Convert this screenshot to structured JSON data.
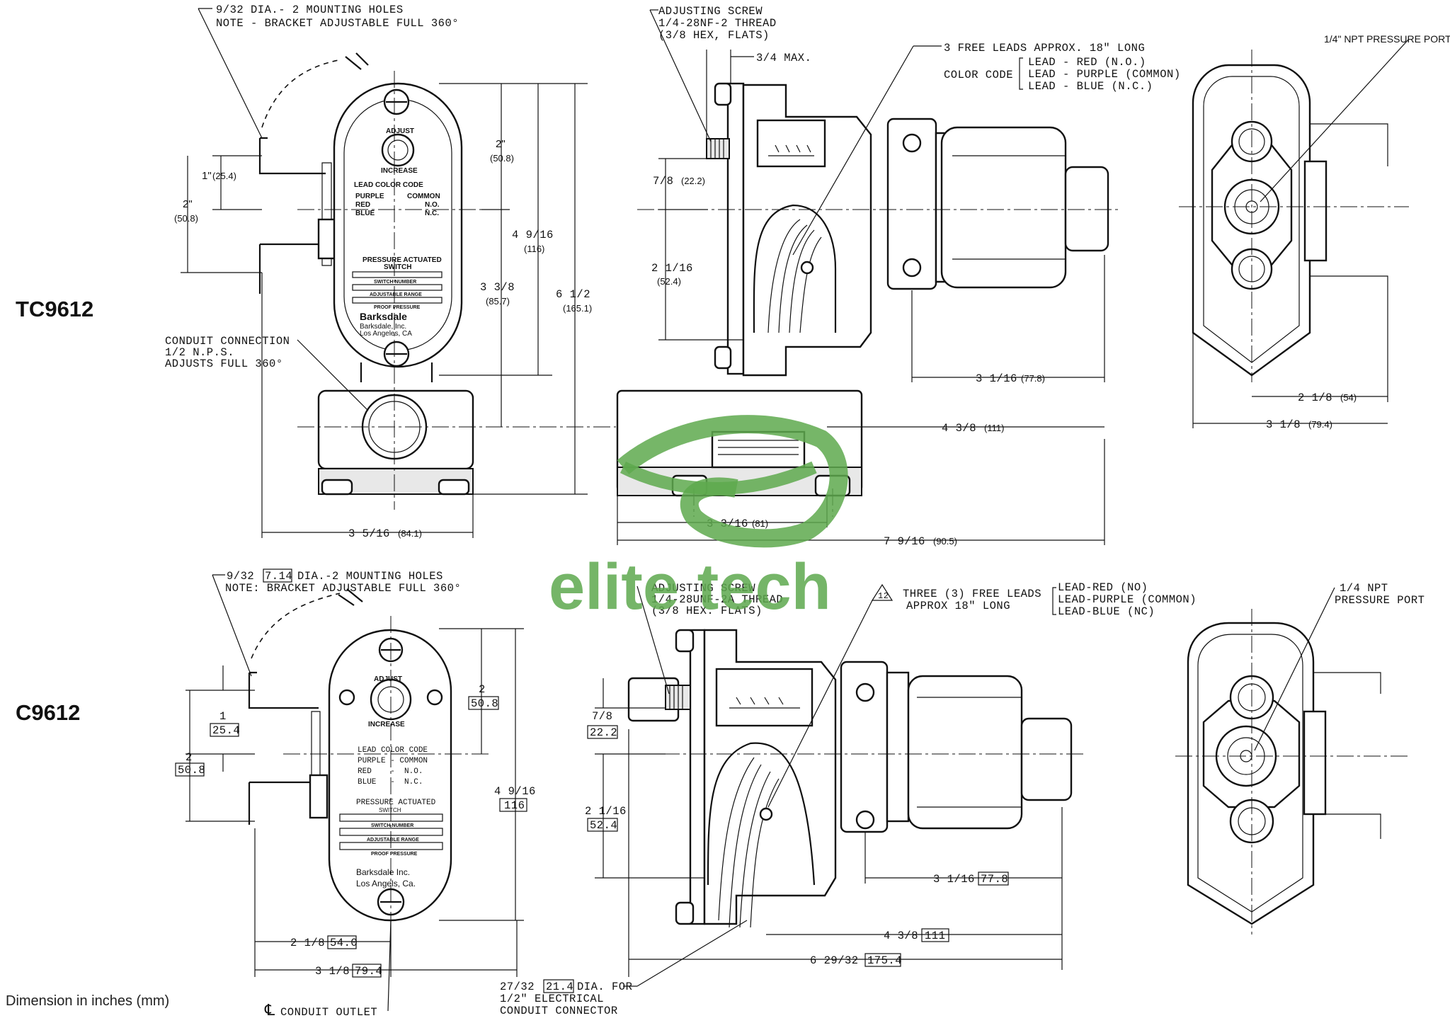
{
  "models": {
    "top": "TC9612",
    "bottom": "C9612"
  },
  "footer": "Dimension in inches (mm)",
  "watermark": "elite tech",
  "tc9612": {
    "mounting_1": "9/32 DIA.- 2 MOUNTING HOLES",
    "mounting_2": "NOTE - BRACKET ADJUSTABLE FULL 360°",
    "adjust_1": "ADJUSTING SCREW",
    "adjust_2": "1/4-28NF-2 THREAD",
    "adjust_3": "(3/8 HEX, FLATS)",
    "max": "3/4 MAX.",
    "leads": "3 FREE LEADS APPROX. 18\" LONG",
    "color_code": "COLOR CODE",
    "lead_red": "LEAD - RED (N.O.)",
    "lead_purple": "LEAD - PURPLE (COMMON)",
    "lead_blue": "LEAD - BLUE (N.C.)",
    "port": "1/4\" NPT PRESSURE PORT",
    "conduit_1": "CONDUIT CONNECTION",
    "conduit_2": "1/2 N.P.S.",
    "conduit_3": "ADJUSTS FULL 360°",
    "d_2in": "2\"",
    "d_50_8a": "(50.8)",
    "d_1in": "1\"",
    "d_25_4": "(25.4)",
    "d_2in_b": "2\"",
    "d_50_8b": "(50.8)",
    "d_4_9_16": "4 9/16",
    "d_116": "(116)",
    "d_3_3_8": "3 3/8",
    "d_85_7": "(85.7)",
    "d_6_1_2": "6 1/2",
    "d_165_1": "(165.1)",
    "d_3_5_16": "3 5/16",
    "d_84_1": "(84.1)",
    "d_7_8": "7/8",
    "d_22_2": "(22.2)",
    "d_2_1_16": "2 1/16",
    "d_52_4": "(52.4)",
    "d_3_1_16": "3 1/16",
    "d_77_8": "(77.8)",
    "d_4_3_8": "4 3/8",
    "d_111": "(111)",
    "d_3_3_16": "3 3/16",
    "d_81": "(81)",
    "d_7_9_16": "7 9/16",
    "d_90_5": "(90.5)",
    "d_2_1_8": "2 1/8",
    "d_54": "(54)",
    "d_3_1_8": "3 1/8",
    "d_79_4": "(79.4)"
  },
  "c9612": {
    "mounting_1": "9/32",
    "mounting_box": "7.14",
    "mounting_2": "DIA.-2 MOUNTING HOLES",
    "mounting_3": "NOTE: BRACKET ADJUSTABLE FULL 360°",
    "adjust_1": "ADJUSTING SCREW",
    "adjust_2": "1/4-28UNF-2A THREAD",
    "adjust_3": "(3/8 HEX. FLATS)",
    "note_num": "12",
    "leads_1": "THREE (3) FREE LEADS",
    "leads_2": "APPROX 18\" LONG",
    "lead_red": "LEAD-RED (NO)",
    "lead_purple": "LEAD-PURPLE (COMMON)",
    "lead_blue": "LEAD-BLUE (NC)",
    "port_1": "1/4 NPT",
    "port_2": "PRESSURE PORT",
    "d_1": "1",
    "d_25_4": "25.4",
    "d_2": "2",
    "d_50_8": "50.8",
    "d_2b": "2",
    "d_50_8b": "50.8",
    "d_4_9_16": "4 9/16",
    "d_116": "116",
    "d_7_8": "7/8",
    "d_22_2": "22.2",
    "d_2_1_16": "2 1/16",
    "d_52_4": "52.4",
    "d_3_1_16": "3 1/16",
    "d_77_8": "77.8",
    "d_4_3_8": "4 3/8",
    "d_111": "111",
    "d_6_29_32": "6 29/32",
    "d_175_4": "175.4",
    "d_2_1_8": "2 1/8",
    "d_54_0": "54.0",
    "d_3_1_8": "3 1/8",
    "d_79_4": "79.4",
    "conduit_dia": "27/32",
    "conduit_box": "21.4",
    "conduit_2": "DIA. FOR",
    "conduit_3": "1/2\" ELECTRICAL",
    "conduit_4": "CONDUIT CONNECTOR",
    "outlet_sym": "℄",
    "outlet": "CONDUIT OUTLET"
  },
  "nameplate": {
    "adjust": "ADJUST",
    "increase": "INCREASE",
    "lead_title": "LEAD COLOR CODE",
    "purple": "PURPLE",
    "common": "COMMON",
    "red": "RED",
    "no": "N.O.",
    "blue": "BLUE",
    "nc": "N.C.",
    "pressure": "PRESSURE ACTUATED",
    "switch": "SWITCH",
    "switch_number": "SWITCH NUMBER",
    "adj_range": "ADJUSTABLE RANGE",
    "proof": "PROOF PRESSURE",
    "brand": "Barksdale",
    "brand_2": "Barksdale, Inc.",
    "brand_3": "Los Angeles, CA",
    "c_purple": "PURPLE - COMMON",
    "c_red": "RED    -  N.O.",
    "c_blue": "BLUE   -  N.C.",
    "c_brand": "Barksdale Inc.",
    "c_city": "Los Angels, Ca."
  }
}
